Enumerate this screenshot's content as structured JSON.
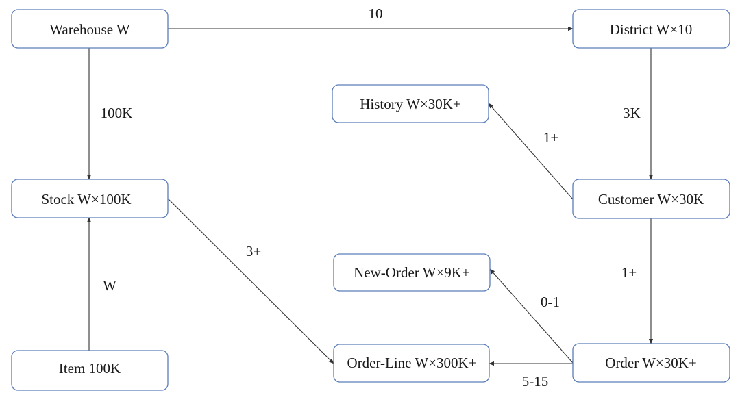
{
  "nodes": {
    "warehouse": "Warehouse W",
    "district": "District W×10",
    "history": "History W×30K+",
    "customer": "Customer W×30K",
    "stock": "Stock W×100K",
    "new_order": "New-Order W×9K+",
    "item": "Item 100K",
    "order_line": "Order-Line W×300K+",
    "order": "Order W×30K+"
  },
  "edges": {
    "warehouse_district": "10",
    "warehouse_stock": "100K",
    "district_customer": "3K",
    "customer_history": "1+",
    "customer_order": "1+",
    "stock_orderline": "3+",
    "item_stock": "W",
    "order_neworder": "0-1",
    "order_orderline": "5-15"
  }
}
